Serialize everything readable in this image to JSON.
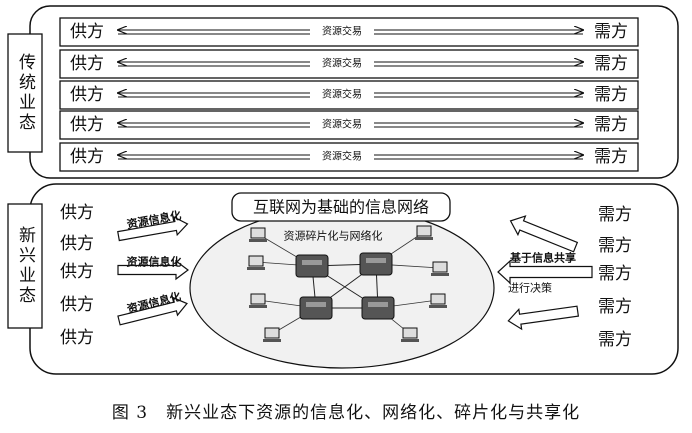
{
  "traditional": {
    "label": "传统业态",
    "rows": [
      {
        "supply": "供方",
        "transaction": "资源交易",
        "demand": "需方"
      },
      {
        "supply": "供方",
        "transaction": "资源交易",
        "demand": "需方"
      },
      {
        "supply": "供方",
        "transaction": "资源交易",
        "demand": "需方"
      },
      {
        "supply": "供方",
        "transaction": "资源交易",
        "demand": "需方"
      },
      {
        "supply": "供方",
        "transaction": "资源交易",
        "demand": "需方"
      }
    ]
  },
  "emerging": {
    "label": "新兴业态",
    "supply_items": [
      "供方",
      "供方",
      "供方",
      "供方",
      "供方"
    ],
    "demand_items": [
      "需方",
      "需方",
      "需方",
      "需方",
      "需方"
    ],
    "left_arrows": [
      "资源信息化",
      "资源信息化",
      "资源信息化"
    ],
    "right_labels": [
      "基于信息共享",
      "进行决策"
    ],
    "network_title": "互联网为基础的信息网络",
    "network_label": "资源碎片化与网络化"
  },
  "caption": "图 3　新兴业态下资源的信息化、网络化、碎片化与共享化"
}
